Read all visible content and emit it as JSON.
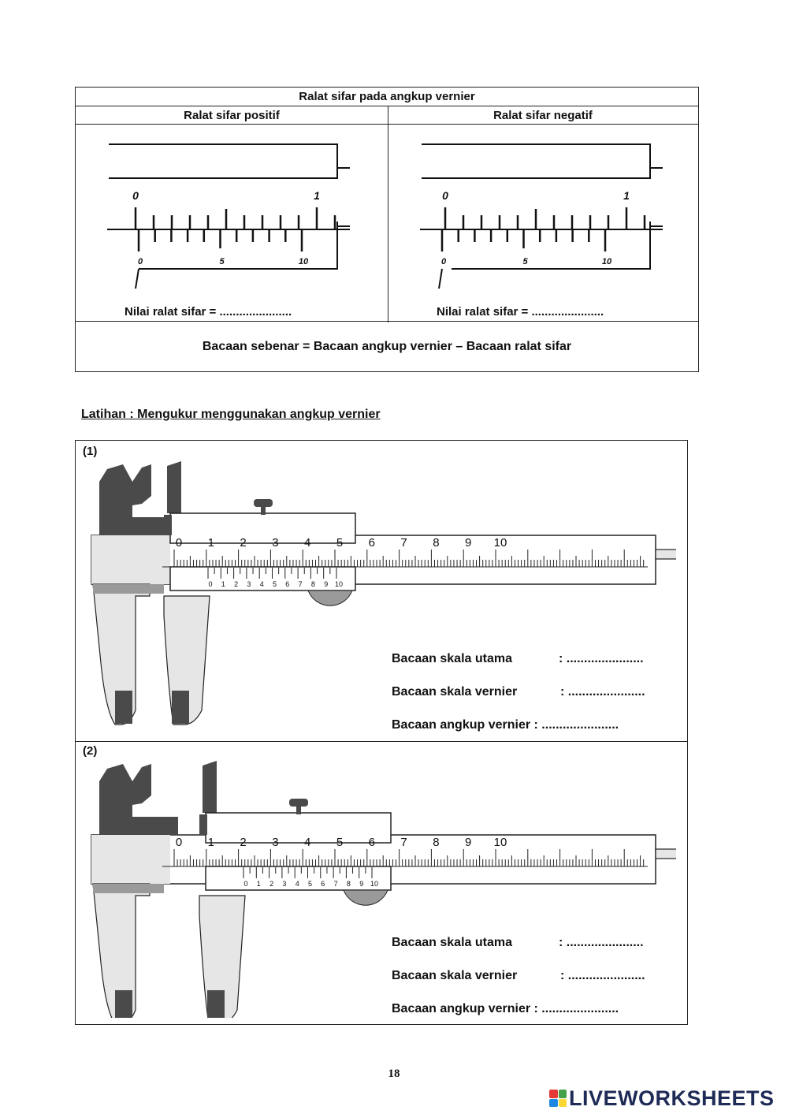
{
  "zero_error_table": {
    "title": "Ralat sifar pada angkup vernier",
    "positive_heading": "Ralat sifar positif",
    "negative_heading": "Ralat sifar negatif",
    "main_scale_labels": [
      "0",
      "1"
    ],
    "vernier_scale_labels": [
      "0",
      "5",
      "10"
    ],
    "positive_answer": "Nilai ralat sifar = ......................",
    "negative_answer": "Nilai ralat sifar = ......................",
    "formula": "Bacaan sebenar = Bacaan angkup vernier – Bacaan ralat sifar"
  },
  "exercise_section": {
    "title": "Latihan : Mengukur menggunakan angkup vernier",
    "main_scale_labels": [
      "0",
      "1",
      "2",
      "3",
      "4",
      "5",
      "6",
      "7",
      "8",
      "9",
      "10"
    ],
    "vernier_scale_labels": [
      "0",
      "1",
      "2",
      "3",
      "4",
      "5",
      "6",
      "7",
      "8",
      "9",
      "10"
    ],
    "exercises": [
      {
        "number": "(1)",
        "main_scale_label": "Bacaan skala utama",
        "main_scale_answer": ": ......................",
        "vernier_scale_label": "Bacaan skala vernier",
        "vernier_scale_answer": ": ......................",
        "caliper_reading_label": "Bacaan angkup vernier :",
        "caliper_reading_answer": "......................"
      },
      {
        "number": "(2)",
        "main_scale_label": "Bacaan skala utama",
        "main_scale_answer": ": ......................",
        "vernier_scale_label": "Bacaan skala vernier",
        "vernier_scale_answer": ": ......................",
        "caliper_reading_label": "Bacaan angkup vernier :",
        "caliper_reading_answer": "......................"
      }
    ]
  },
  "footer": {
    "page_number": "18",
    "brand": "LIVEWORKSHEETS"
  },
  "colors": {
    "caliper_dark": "#4a4a4a",
    "caliper_mid": "#9a9a9a",
    "caliper_light": "#e6e6e6",
    "brand_navy": "#1f2b57"
  }
}
